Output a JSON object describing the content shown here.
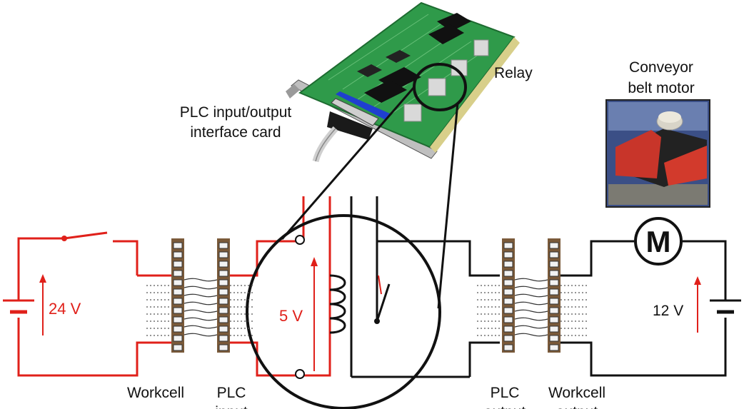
{
  "labels": {
    "relay": "Relay",
    "plc_card_line1": "PLC input/output",
    "plc_card_line2": "interface card",
    "conveyor_line1": "Conveyor",
    "conveyor_line2": "belt motor",
    "voltage_24": "24 V",
    "voltage_5": "5 V",
    "voltage_12": "12 V",
    "motor_symbol": "M",
    "workcell_left": "Workcell",
    "plc_left": "PLC",
    "plc_left_sub": "input",
    "plc_right": "PLC",
    "plc_right_sub": "output",
    "workcell_right": "Workcell",
    "workcell_right_sub": "output"
  },
  "colors": {
    "wire_red": "#e0201a",
    "wire_black": "#111111",
    "terminal": "#7a5a3a",
    "pcb_green": "#2f9a4a",
    "connector_blue": "#1f3fd0"
  },
  "icons": {
    "motor": "motor-symbol-icon",
    "battery": "battery-icon",
    "coil": "relay-coil-icon",
    "switch": "switch-icon"
  }
}
